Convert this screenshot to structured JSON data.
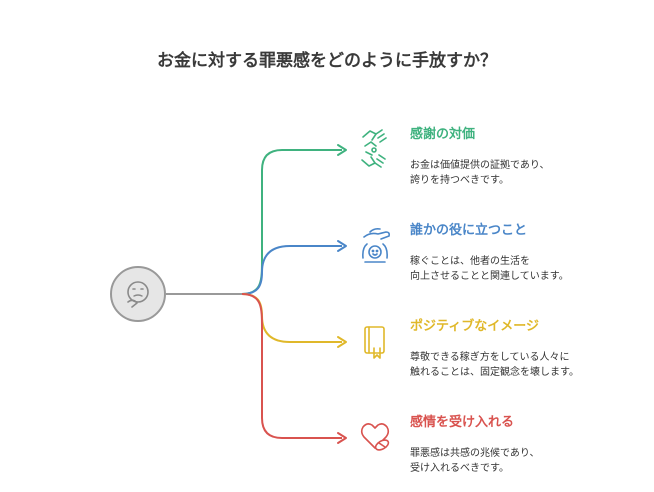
{
  "title": "お金に対する罪悪感をどのように手放すか？",
  "center": {
    "icon": "thinking-face-icon"
  },
  "items": [
    {
      "title": "感謝の対価",
      "desc": [
        "お金は価値提供の証拠であり、",
        "誇りを持つべきです。"
      ],
      "color": "#3fb27f",
      "icon": "hands-exchange-icon"
    },
    {
      "title": "誰かの役に立つこと",
      "desc": [
        "稼ぐことは、他者の生活を",
        "向上させることと関連しています。"
      ],
      "color": "#4a86c8",
      "icon": "helping-hand-person-icon"
    },
    {
      "title": "ポジティブなイメージ",
      "desc": [
        "尊敬できる稼ぎ方をしている人々に",
        "触れることは、固定観念を壊します。"
      ],
      "color": "#e0b82a",
      "icon": "bookmark-book-icon"
    },
    {
      "title": "感情を受け入れる",
      "desc": [
        "罪悪感は共感の兆候であり、",
        "受け入れるべきです。"
      ],
      "color": "#d9534f",
      "icon": "heart-bandage-icon"
    }
  ]
}
